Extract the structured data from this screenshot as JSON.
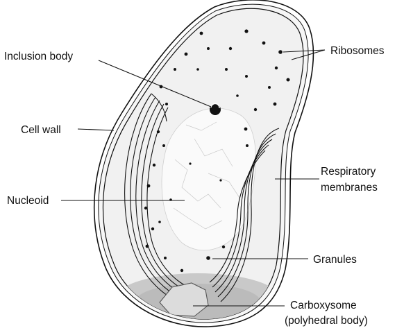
{
  "labels": {
    "inclusion_body": "Inclusion body",
    "ribosomes": "Ribosomes",
    "cell_wall": "Cell wall",
    "respiratory_line1": "Respiratory",
    "respiratory_line2": "membranes",
    "nucleoid": "Nucleoid",
    "granules": "Granules",
    "carboxysome_line1": "Carboxysome",
    "carboxysome_line2": "(polyhedral body)"
  },
  "colors": {
    "ink": "#111111",
    "cytoplasm": "#f1f1f1",
    "background": "#ffffff"
  }
}
